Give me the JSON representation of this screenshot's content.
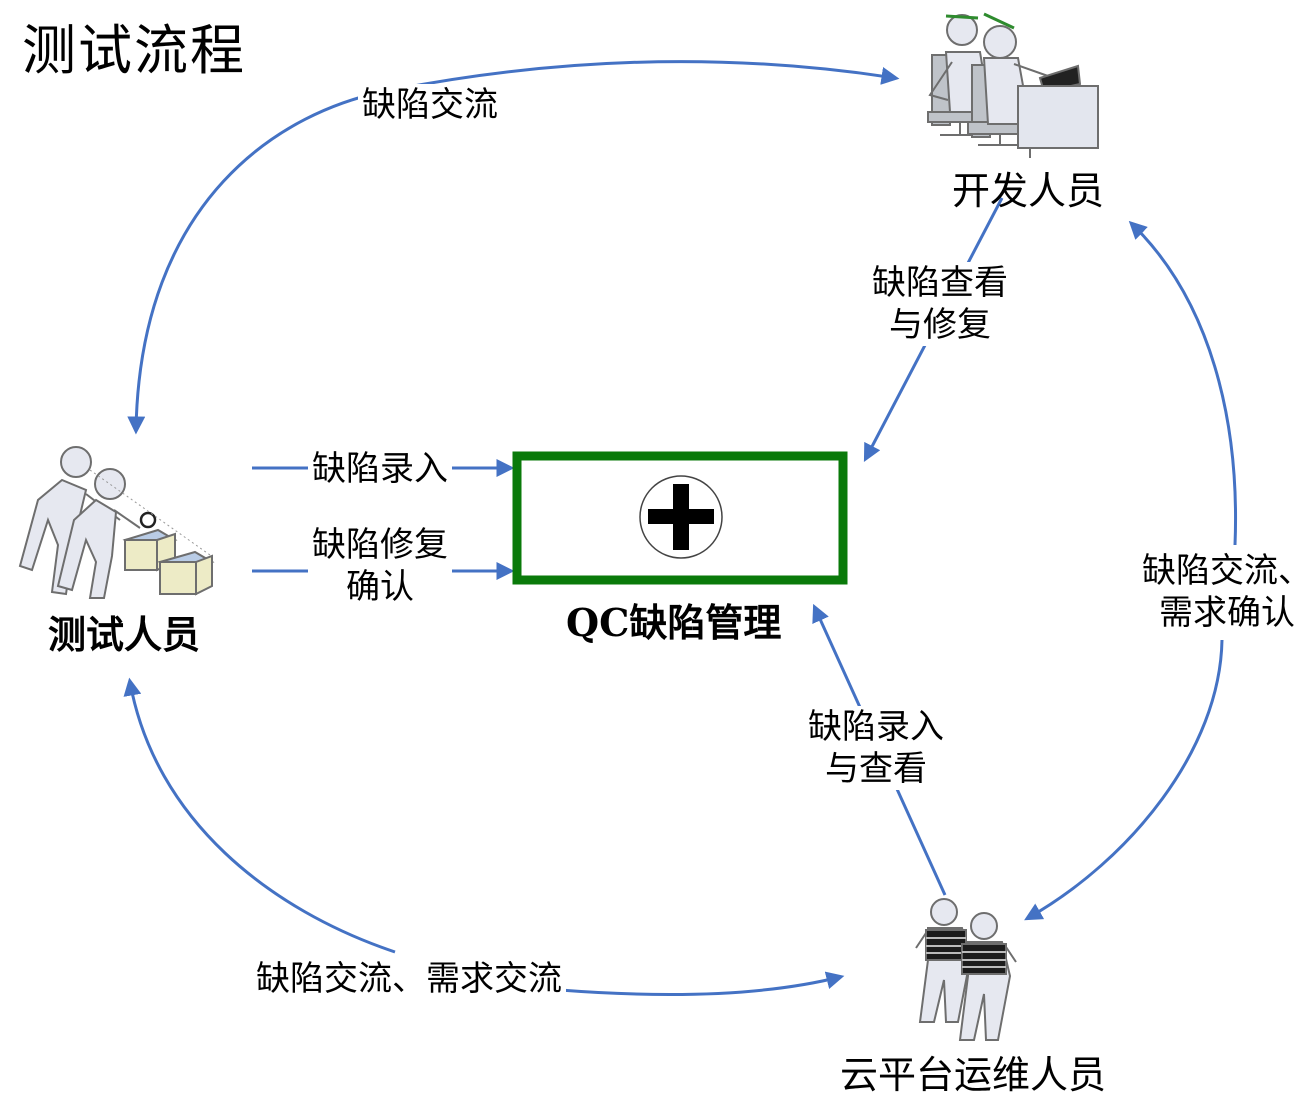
{
  "title": "测试流程",
  "center": {
    "label": "QC缺陷管理"
  },
  "actors": {
    "developer": "开发人员",
    "tester": "测试人员",
    "ops": "云平台运维人员"
  },
  "flows": {
    "tester_to_developer": "缺陷交流",
    "developer_to_qc": [
      "缺陷查看",
      "与修复"
    ],
    "tester_entry": "缺陷录入",
    "tester_confirm": [
      "缺陷修复",
      "确认"
    ],
    "developer_ops": [
      "缺陷交流、",
      "需求确认"
    ],
    "ops_to_qc": [
      "缺陷录入",
      "与查看"
    ],
    "tester_ops": "缺陷交流、需求交流"
  },
  "colors": {
    "arrow": "#4472C4",
    "qc_border": "#0A7A0A",
    "figure_fill": "#E6E8F0",
    "figure_stroke": "#6E6E6E",
    "box_fill": "#EDEBC6",
    "box_top": "#B9CCE6"
  }
}
